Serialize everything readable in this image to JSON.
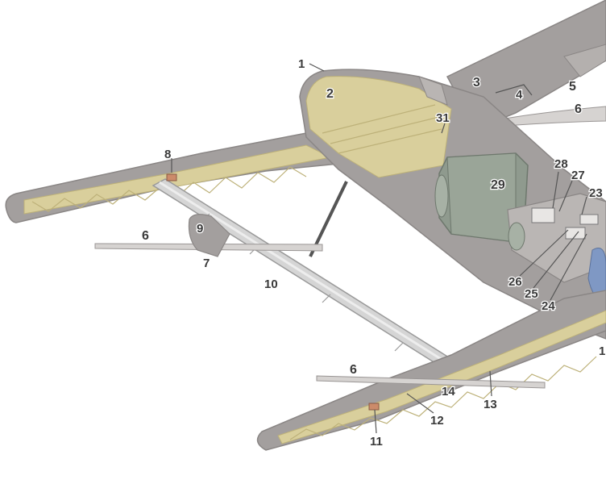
{
  "diagram": {
    "colors": {
      "skin": "#a39f9e",
      "skin_dark": "#8e8a89",
      "structure": "#d9cf9c",
      "structure_dark": "#c4b87c",
      "tank": "#8f9a8e",
      "tube": "#cfcfcf",
      "blue": "#7f98c4"
    },
    "labels": [
      {
        "id": "1",
        "text": "1"
      },
      {
        "id": "2",
        "text": "2"
      },
      {
        "id": "3",
        "text": "3"
      },
      {
        "id": "4",
        "text": "4"
      },
      {
        "id": "5",
        "text": "5"
      },
      {
        "id": "6a",
        "text": "6"
      },
      {
        "id": "6b",
        "text": "6"
      },
      {
        "id": "6c",
        "text": "6"
      },
      {
        "id": "7",
        "text": "7"
      },
      {
        "id": "8a",
        "text": "8"
      },
      {
        "id": "9",
        "text": "9"
      },
      {
        "id": "10",
        "text": "10"
      },
      {
        "id": "11",
        "text": "11"
      },
      {
        "id": "12",
        "text": "12"
      },
      {
        "id": "13",
        "text": "13"
      },
      {
        "id": "14",
        "text": "14"
      },
      {
        "id": "23",
        "text": "23"
      },
      {
        "id": "24",
        "text": "24"
      },
      {
        "id": "25",
        "text": "25"
      },
      {
        "id": "26",
        "text": "26"
      },
      {
        "id": "27",
        "text": "27"
      },
      {
        "id": "28",
        "text": "28"
      },
      {
        "id": "29",
        "text": "29"
      },
      {
        "id": "31",
        "text": "31"
      },
      {
        "id": "1r",
        "text": "1"
      }
    ]
  }
}
